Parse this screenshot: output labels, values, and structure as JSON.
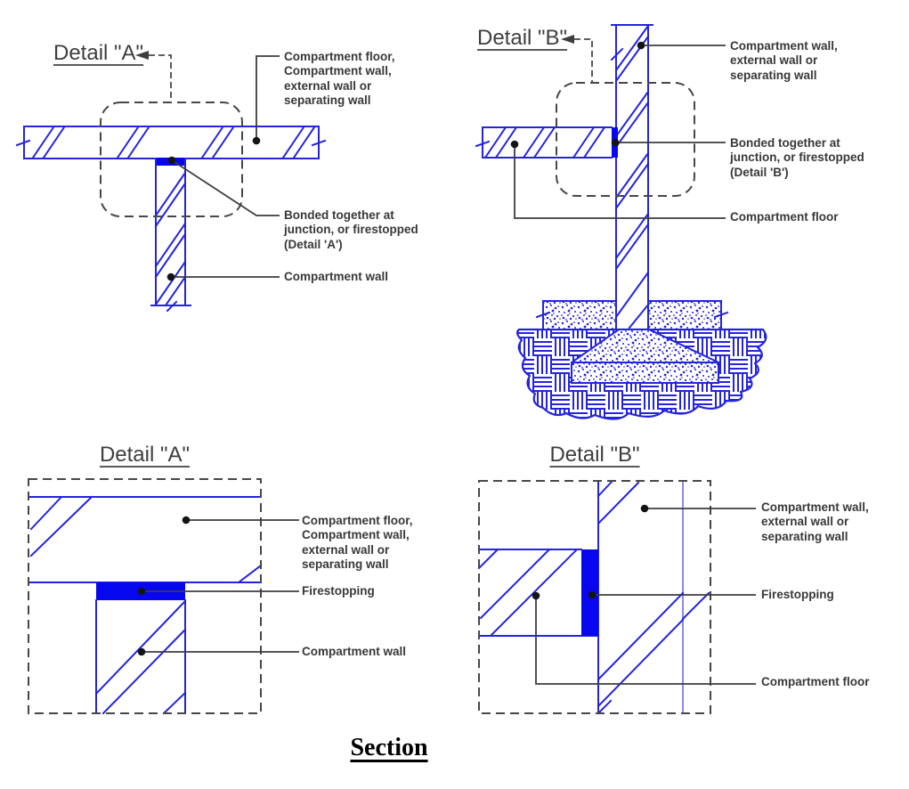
{
  "colors": {
    "line_blue": "#2424DE",
    "firestop_blue": "#0707EF",
    "light_blue": "#8A8AEF",
    "leader_gray": "#3d3d3d",
    "boundary_gray": "#474747",
    "label_text": "#383838"
  },
  "overview_a": {
    "title": "Detail \"A\"",
    "labels": {
      "floor": "Compartment floor,\nCompartment wall,\nexternal wall or\nseparating wall",
      "bonded": "Bonded together at\njunction, or firestopped\n(Detail 'A')",
      "wall": "Compartment wall"
    }
  },
  "overview_b": {
    "title": "Detail \"B\"",
    "labels": {
      "wall": "Compartment wall,\nexternal wall or\nseparating wall",
      "bonded": "Bonded together at\njunction, or firestopped\n(Detail 'B')",
      "floor": "Compartment floor"
    }
  },
  "detail_a": {
    "title": "Detail \"A\"",
    "labels": {
      "floor": "Compartment floor,\nCompartment wall,\nexternal wall or\nseparating wall",
      "firestopping": "Firestopping",
      "wall": "Compartment wall"
    }
  },
  "detail_b": {
    "title": "Detail \"B\"",
    "labels": {
      "wall": "Compartment wall,\nexternal wall or\nseparating wall",
      "firestopping": "Firestopping",
      "floor": "Compartment floor"
    }
  },
  "section_title": "Section"
}
